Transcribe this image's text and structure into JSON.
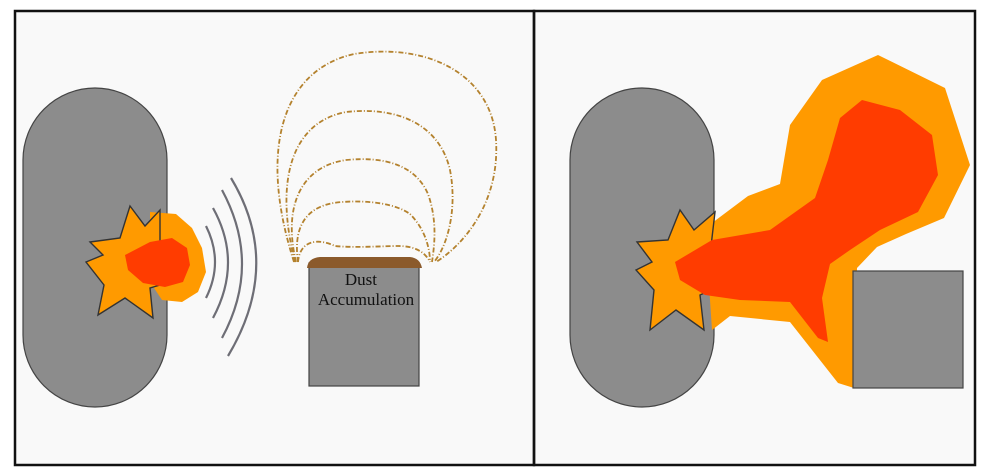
{
  "figure": {
    "panels": [
      {
        "id": "left",
        "label_lines": [
          "Dust",
          "Accumulation"
        ]
      },
      {
        "id": "right"
      }
    ],
    "colors": {
      "background": "#f9f9f9",
      "frame": "#111111",
      "vessel_gray": "#8c8c8c",
      "flame_orange": "#ff9a00",
      "flame_red": "#ff3c00",
      "pressure_wave": "#6e6e76",
      "dust_trail": "#b4822e",
      "dust_pile": "#8b5a2b"
    },
    "icons": [
      "explosion-burst-icon",
      "pressure-wave-icon",
      "dust-cloud-icon",
      "fireball-icon"
    ]
  }
}
